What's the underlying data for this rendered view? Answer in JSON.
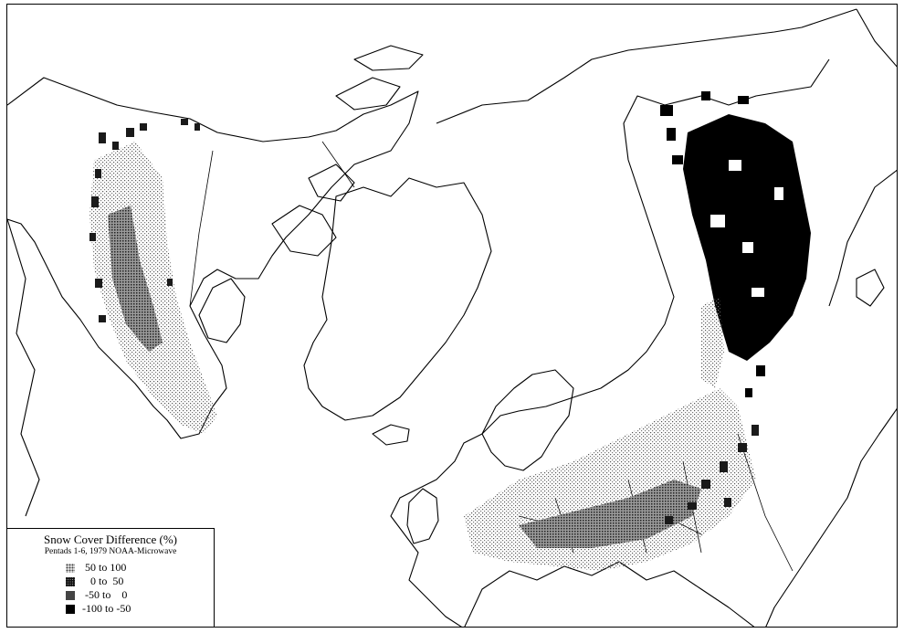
{
  "legend": {
    "title": "Snow Cover Difference (%)",
    "subtitle": "Pentads 1-6, 1979 NOAA-Microwave",
    "classes": [
      {
        "label": " 50 to 100",
        "color": "#bfbfbf"
      },
      {
        "label": "   0 to  50",
        "color": "#8c8c8c"
      },
      {
        "label": " -50 to    0",
        "color": "#444444"
      },
      {
        "label": "-100 to -50",
        "color": "#000000"
      }
    ]
  }
}
